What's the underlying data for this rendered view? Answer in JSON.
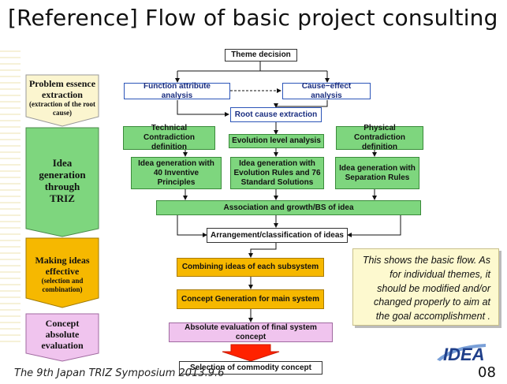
{
  "title": "[Reference] Flow of basic project consulting",
  "phases": [
    {
      "main": "Problem essence extraction",
      "sub": "(extraction of the root cause)"
    },
    {
      "main": "Idea generation through TRIZ",
      "sub": ""
    },
    {
      "main": "Making ideas effective",
      "sub": "(selection and combination)"
    },
    {
      "main": "Concept absolute evaluation",
      "sub": ""
    }
  ],
  "nodes": {
    "theme": "Theme decision",
    "function_attr": "Function attribute analysis",
    "cause_effect": "Cause−effect analysis",
    "root_cause": "Root cause extraction",
    "tech_contra": "Technical Contradiction definition",
    "evolution": "Evolution level analysis",
    "phys_contra": "Physical Contradiction definition",
    "idea40": "Idea generation with 40 Inventive Principles",
    "idea_evo": "Idea generation with Evolution Rules and 76 Standard Solutions",
    "idea_sep": "Idea generation with Separation Rules",
    "association": "Association and growth/BS of idea",
    "arrangement": "Arrangement/classification of ideas",
    "combining": "Combining ideas of each subsystem",
    "concept_gen": "Concept Generation for main system",
    "absolute_eval": "Absolute evaluation of final system concept",
    "selection": "Selection of commodity concept"
  },
  "note": "This shows the basic flow. As for individual themes, it should be modified and/or changed properly to aim at the goal accomplishment .",
  "footer": "The 9th Japan TRIZ Symposium 2013.9.6",
  "page_number": "08",
  "logo_text": "IDEA",
  "colors": {
    "green": "#7ed67e",
    "orange": "#f6b800",
    "pink": "#f0c4ee",
    "blue_border": "#2c55b8",
    "note_bg": "#fdf9cf"
  }
}
